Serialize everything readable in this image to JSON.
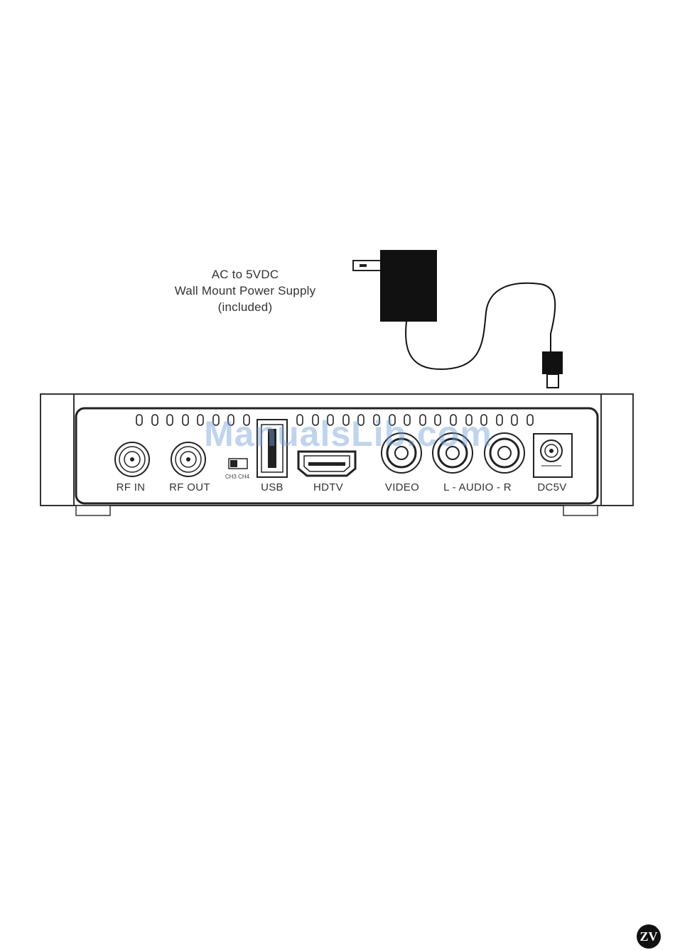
{
  "power_supply": {
    "caption_lines": [
      "AC to 5VDC",
      "Wall Mount Power Supply",
      "(included)"
    ]
  },
  "device": {
    "ports": [
      {
        "name": "rf-in-port",
        "label": "RF IN"
      },
      {
        "name": "rf-out-port",
        "label": "RF OUT"
      },
      {
        "name": "usb-port",
        "label": "USB"
      },
      {
        "name": "hdtv-port",
        "label": "HDTV"
      },
      {
        "name": "video-port",
        "label": "VIDEO"
      },
      {
        "name": "audio-ports",
        "label": "L - AUDIO - R"
      },
      {
        "name": "dc5v-port",
        "label": "DC5V"
      }
    ],
    "channel_switch_label": "CH3  CH4"
  },
  "watermark": "ManualsLib.com",
  "logo_text": "ZV"
}
